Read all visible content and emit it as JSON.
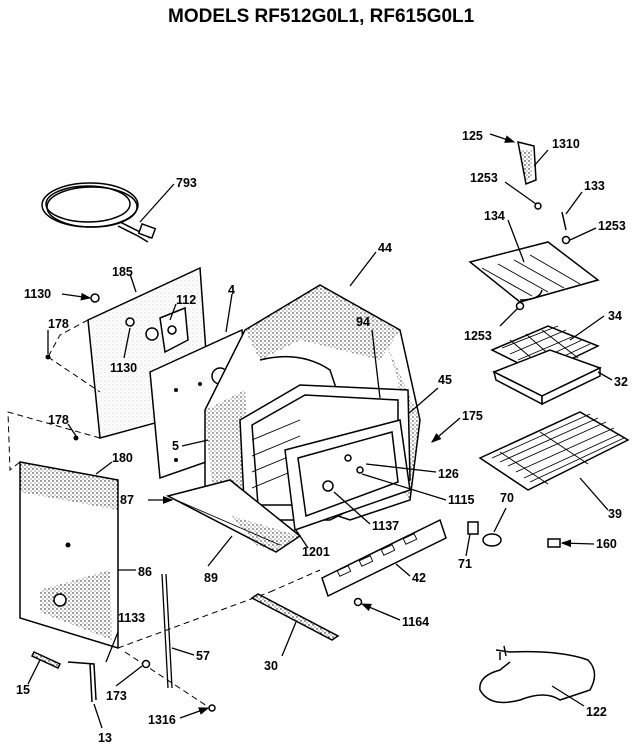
{
  "title": "MODELS RF512G0L1, RF615G0L1",
  "callouts": {
    "p793": "793",
    "p185": "185",
    "p1130a": "1130",
    "p112": "112",
    "p4": "4",
    "p178a": "178",
    "p1130b": "1130",
    "p44": "44",
    "p94": "94",
    "p45": "45",
    "p178b": "178",
    "p180": "180",
    "p87": "87",
    "p5": "5",
    "p175": "175",
    "p126": "126",
    "p1115": "1115",
    "p1137": "1137",
    "p1201": "1201",
    "p86": "86",
    "p89": "89",
    "p42": "42",
    "p1133": "1133",
    "p57": "57",
    "p30": "30",
    "p1164": "1164",
    "p15": "15",
    "p173": "173",
    "p13": "13",
    "p1316": "1316",
    "p125": "125",
    "p1310": "1310",
    "p1253a": "1253",
    "p133": "133",
    "p134": "134",
    "p1253b": "1253",
    "p1253c": "1253",
    "p34": "34",
    "p32": "32",
    "p39": "39",
    "p70": "70",
    "p71": "71",
    "p160": "160",
    "p122": "122"
  }
}
